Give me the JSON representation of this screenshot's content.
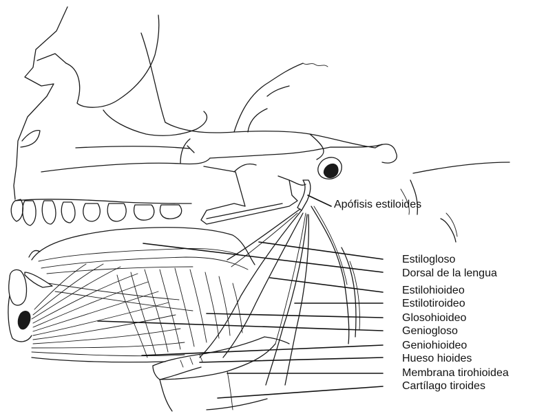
{
  "labels": {
    "apofisis": "Apófisis estiloides",
    "estilogloso": "Estilogloso",
    "dorsal": "Dorsal de la lengua",
    "estilohioideo": "Estilohioideo",
    "estilotiroideo": "Estilotiroideo",
    "glosohioideo": "Glosohioideo",
    "geniogloso": "Geniogloso",
    "geniohioideo": "Geniohioideo",
    "hueso_hioides": "Hueso hioides",
    "membrana": "Membrana tirohioidea",
    "cartilago": "Cartílago tiroides"
  }
}
